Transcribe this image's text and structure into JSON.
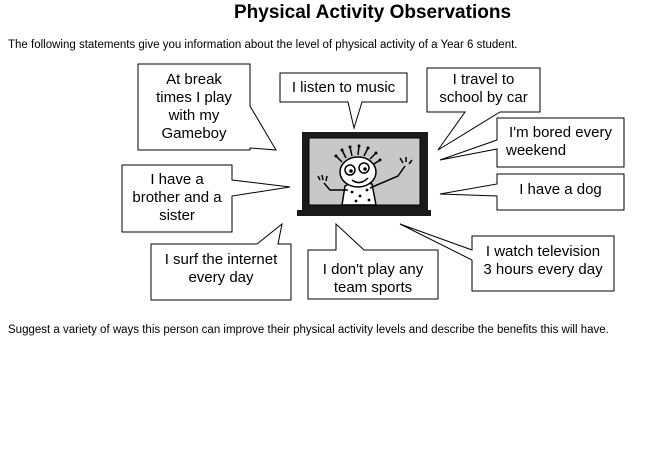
{
  "title": "Physical Activity Observations",
  "intro": "The following statements give you information about the level of physical activity of a Year 6 student.",
  "prompt": "Suggest a variety of ways this person can improve their physical activity levels and describe the benefits this will have.",
  "bubbles": {
    "break_times": [
      "At break",
      "times I play",
      "with my",
      "Gameboy"
    ],
    "music": [
      "I listen to music"
    ],
    "travel": [
      "I travel to",
      "school by car"
    ],
    "bored": [
      "I'm bored every",
      "weekend"
    ],
    "dog": [
      "I have a dog"
    ],
    "siblings": [
      "I have a",
      "brother and a",
      "sister"
    ],
    "internet": [
      "I surf the internet",
      "every day"
    ],
    "sports": [
      "I don't play any",
      "team sports"
    ],
    "television": [
      "I watch television",
      "3 hours every day"
    ]
  },
  "icons": [
    "computer-monitor-icon",
    "child-character-icon"
  ]
}
